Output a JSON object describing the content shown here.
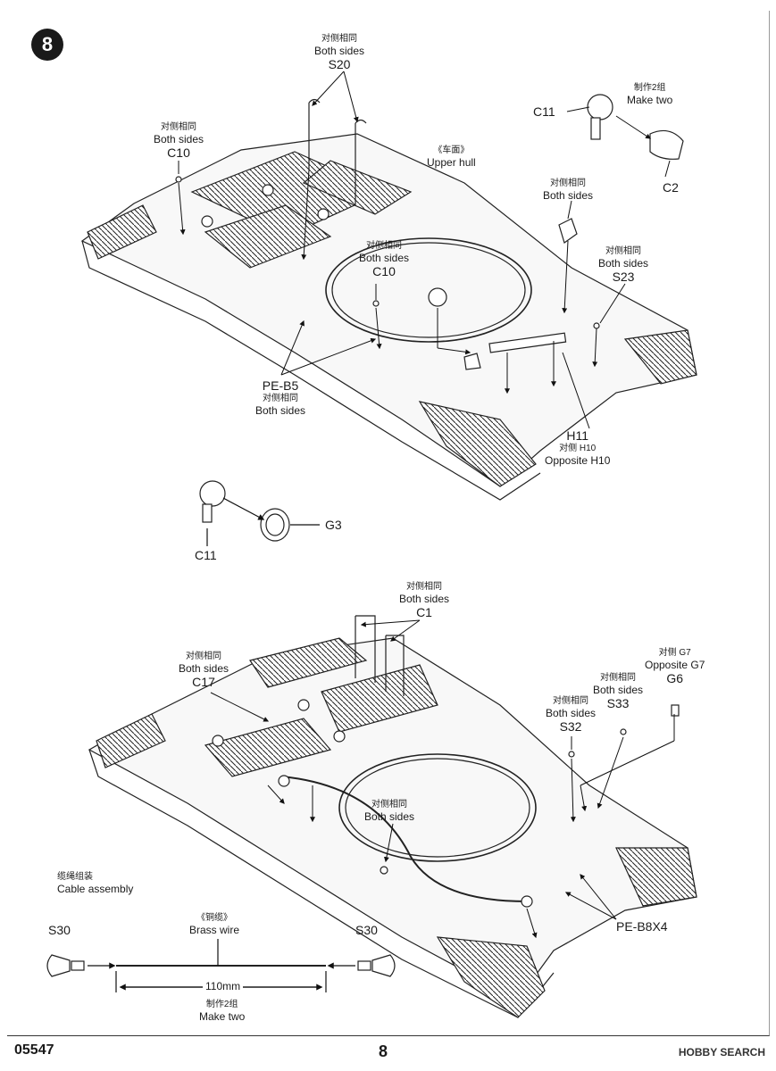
{
  "step_number": "8",
  "footer": {
    "product_code": "05547",
    "page_number": "8",
    "watermark": "HOBBY SEARCH"
  },
  "labels": {
    "s20": {
      "cn": "对侧相同",
      "en": "Both sides",
      "part": "S20"
    },
    "c10_top": {
      "cn": "对侧相同",
      "en": "Both sides",
      "part": "C10"
    },
    "upper_hull": {
      "cn": "《车面》",
      "en": "Upper hull"
    },
    "make_two_top": {
      "cn": "制作2组",
      "en": "Make two"
    },
    "c11_top": {
      "part": "C11"
    },
    "c2": {
      "part": "C2"
    },
    "both_sides_mid": {
      "cn": "对侧相同",
      "en": "Both sides"
    },
    "s23": {
      "cn": "对侧相同",
      "en": "Both sides",
      "part": "S23"
    },
    "c10_mid": {
      "cn": "对侧相同",
      "en": "Both sides",
      "part": "C10"
    },
    "pe_b5": {
      "part": "PE-B5",
      "cn": "对侧相同",
      "en": "Both sides"
    },
    "h11": {
      "part": "H11",
      "cn": "对侧 H10",
      "en": "Opposite H10"
    },
    "c11_mid": {
      "part": "C11"
    },
    "g3": {
      "part": "G3"
    },
    "c1": {
      "cn": "对侧相同",
      "en": "Both sides",
      "part": "C1"
    },
    "c17": {
      "cn": "对侧相同",
      "en": "Both sides",
      "part": "C17"
    },
    "g6": {
      "cn": "对侧 G7",
      "en": "Opposite G7",
      "part": "G6"
    },
    "s33": {
      "cn": "对侧相同",
      "en": "Both sides",
      "part": "S33"
    },
    "s32": {
      "cn": "对侧相同",
      "en": "Both sides",
      "part": "S32"
    },
    "both_sides_cable": {
      "cn": "对侧相同",
      "en": "Both sides"
    },
    "cable_assembly": {
      "cn": "缆绳组装",
      "en": "Cable assembly"
    },
    "pe_b8x4": {
      "part": "PE-B8X4"
    },
    "s30_left": {
      "part": "S30"
    },
    "s30_right": {
      "part": "S30"
    },
    "brass_wire": {
      "cn": "《铜缆》",
      "en": "Brass wire"
    },
    "length": {
      "value": "110mm"
    },
    "make_two_bottom": {
      "cn": "制作2组",
      "en": "Make two"
    }
  }
}
